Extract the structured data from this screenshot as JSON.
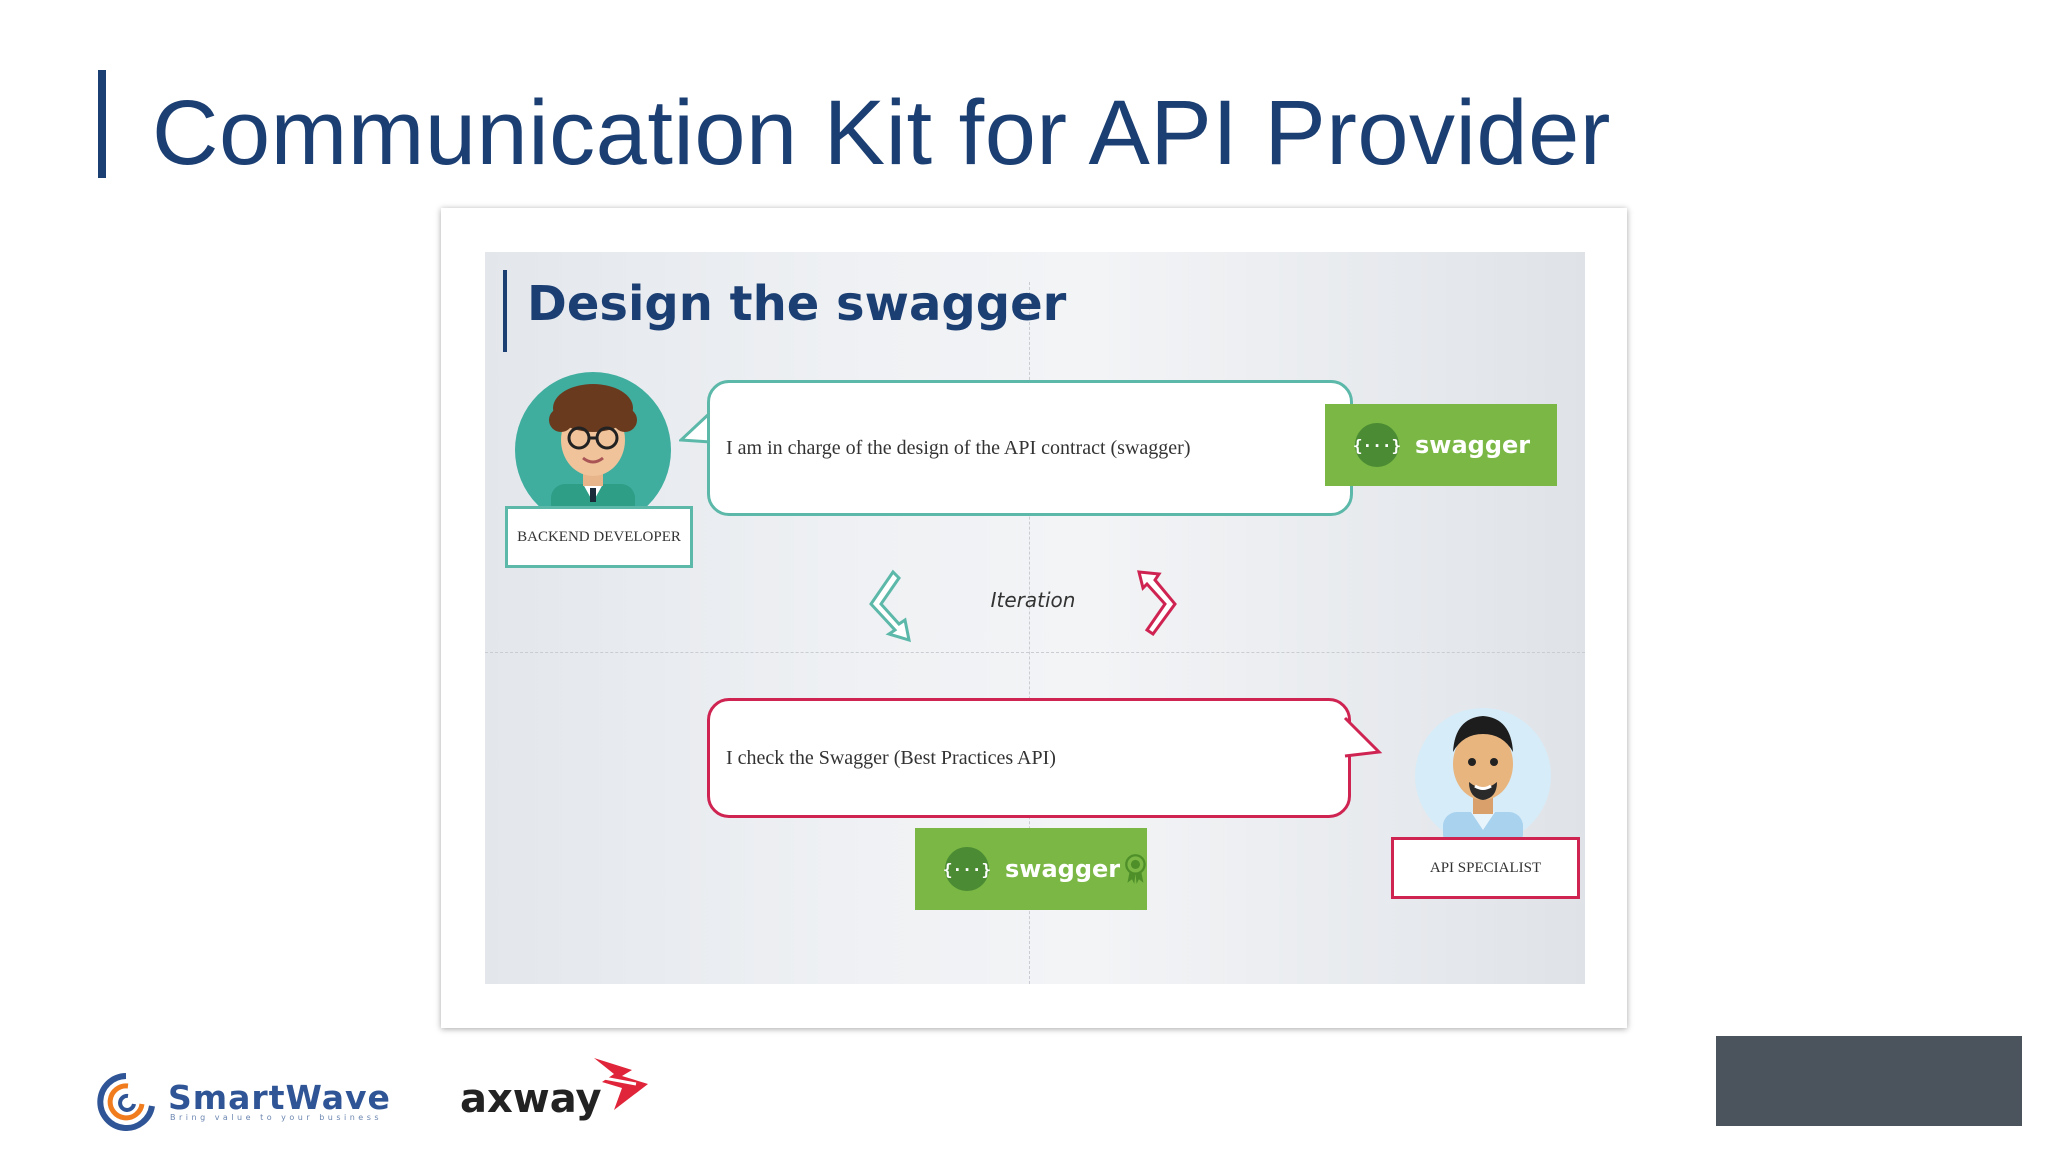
{
  "slide": {
    "title": "Communication Kit for API Provider"
  },
  "diagram": {
    "title": "Design the swagger",
    "backend_message": "I am in charge of the design of the API contract (swagger)",
    "backend_role": "BACKEND DEVELOPER",
    "iteration_label": "Iteration",
    "specialist_message": "I check the Swagger (Best Practices API)",
    "specialist_role": "API SPECIALIST",
    "swagger_label_top": "swagger",
    "swagger_label_bottom": "swagger",
    "swagger_logo": "{···}"
  },
  "footer": {
    "smartwave_name": "SmartWave",
    "smartwave_tagline": "Bring value to your business",
    "axway_name": "axway"
  },
  "colors": {
    "title_blue": "#1c3f73",
    "teal": "#5cb8a9",
    "crimson": "#cf2352",
    "swagger_green": "#7ab745"
  }
}
